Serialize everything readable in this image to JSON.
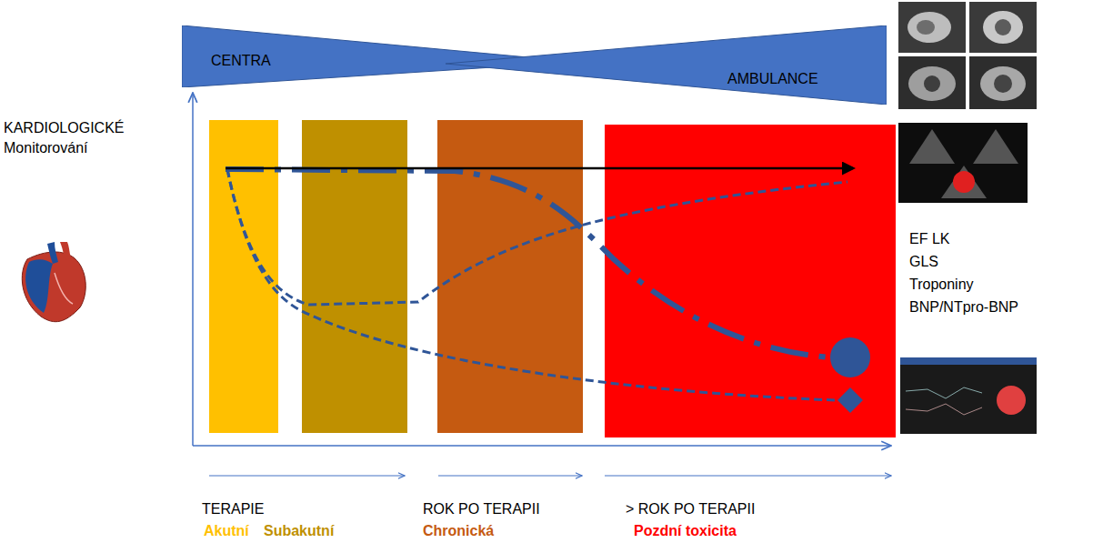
{
  "diagram": {
    "nodes": [
      {
        "text": [
          "CENTRA"
        ]
      },
      {
        "text": [
          "AMBULANCE"
        ]
      }
    ],
    "labels": [
      "KARDIOLOGICKÉ Monitorování",
      "EF LK",
      "GLS",
      "Troponiny",
      "BNP/NTpro-BNP",
      "TERAPIE",
      "ROK PO TERAPII",
      "> ROK PO TERAPII",
      "Akutní",
      "Subakutní",
      "Chronická",
      "Pozdní toxicita"
    ]
  }
}
